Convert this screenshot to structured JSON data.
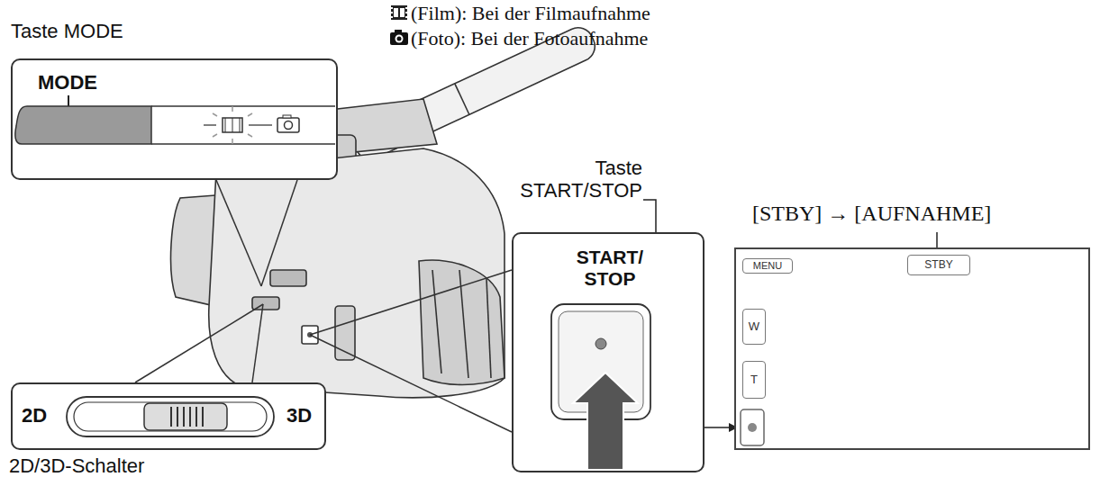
{
  "diagram": {
    "nodes": [
      {
        "text": [
          "MODE"
        ]
      },
      {
        "text": [
          "START/ STOP"
        ]
      },
      {
        "text": [
          "2D",
          "3D"
        ]
      },
      {
        "text": []
      },
      {
        "text": [
          "MENU"
        ],
        "in": 3
      },
      {
        "text": [
          "STBY"
        ],
        "in": 3
      },
      {
        "text": [
          "W"
        ],
        "in": 3
      },
      {
        "text": [
          "T"
        ],
        "in": 3
      }
    ],
    "labels": [
      "Taste MODE",
      "(Film): Bei der Filmaufnahme",
      "(Foto): Bei der Fotoaufnahme",
      "Taste START/STOP",
      "[STBY] → [AUFNAHME]",
      "2D/3D-Schalter"
    ]
  }
}
